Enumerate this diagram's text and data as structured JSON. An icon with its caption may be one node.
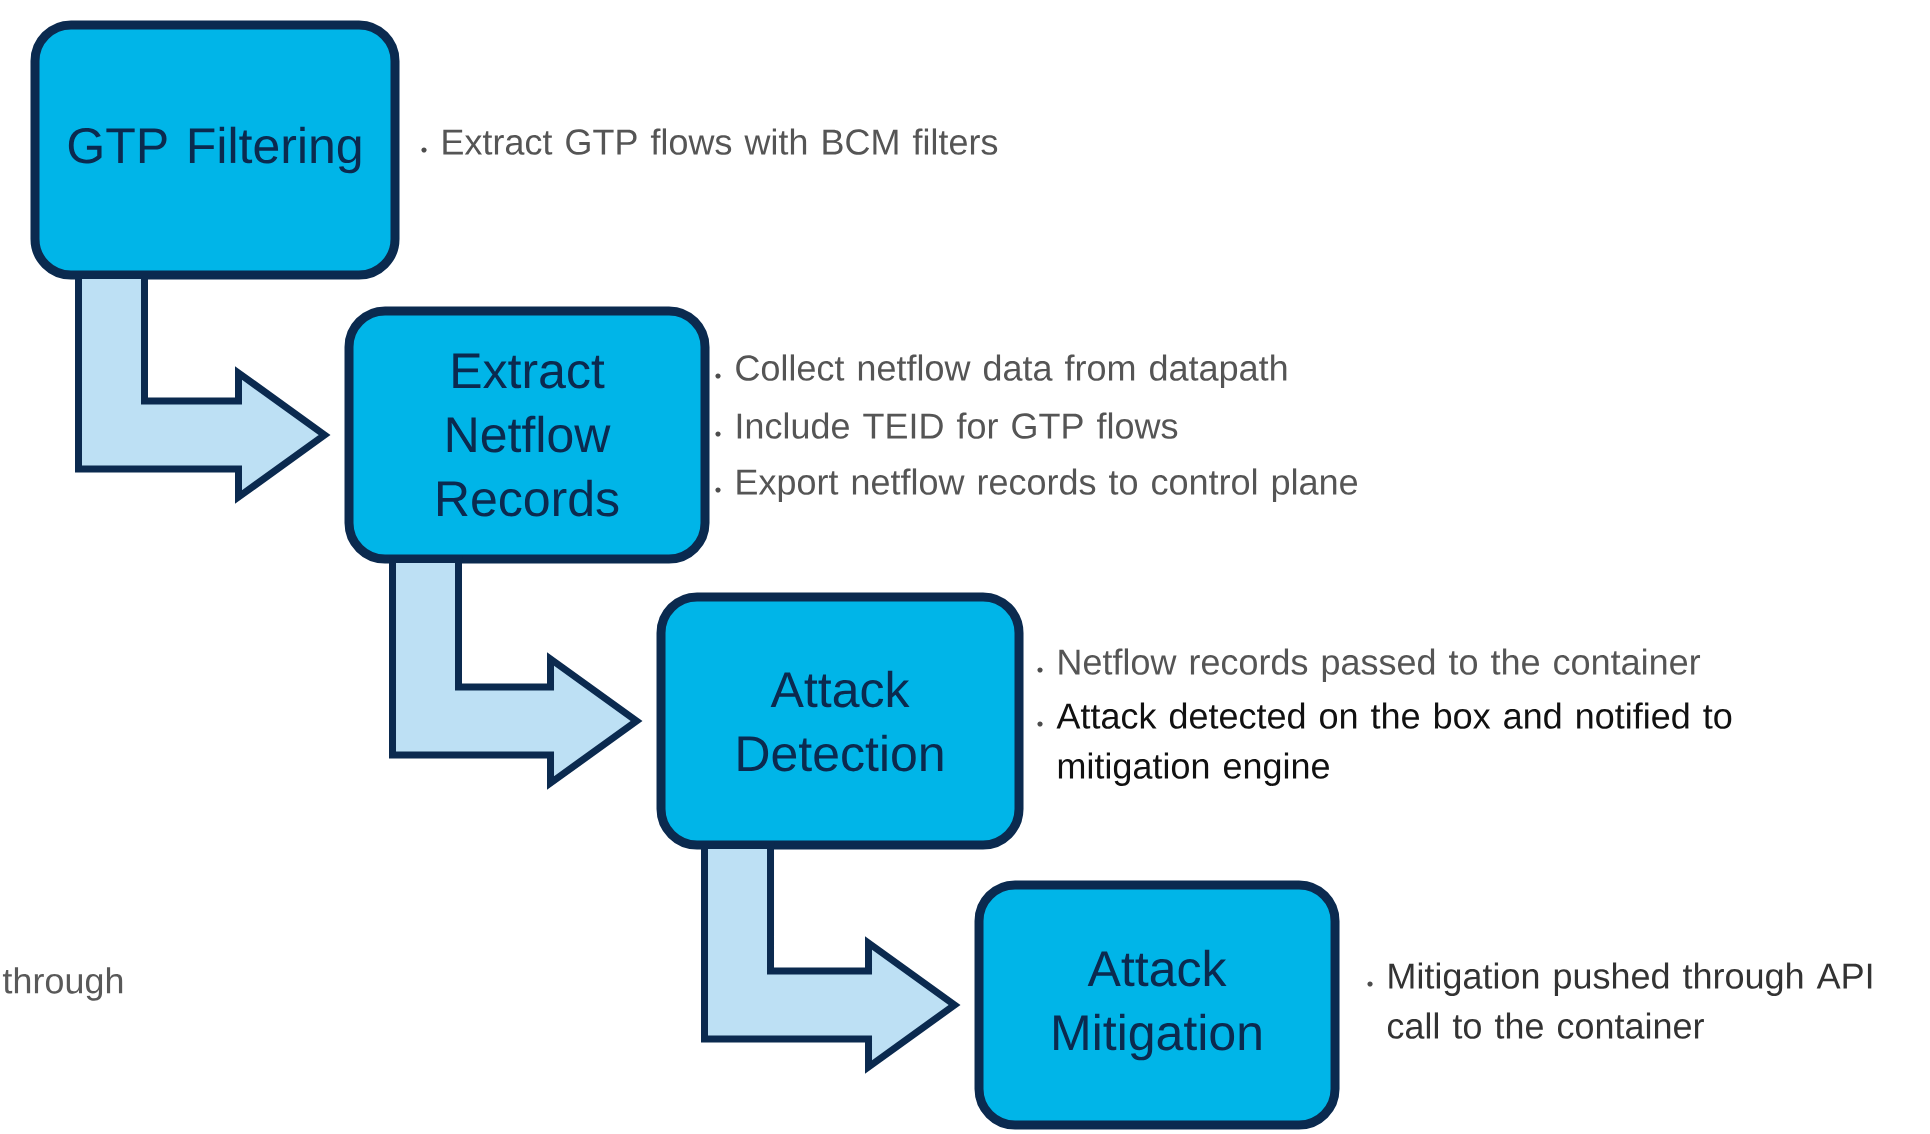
{
  "diagram": {
    "nodes": [
      {
        "text": [
          "GTP Filtering"
        ],
        "beside": [
          "Extract GTP flows with BCM filters"
        ]
      },
      {
        "text": [
          "Extract Netflow Records"
        ],
        "beside": [
          "Collect netflow data from datapath",
          "Include TEID for GTP flows",
          "Export netflow records to control plane"
        ]
      },
      {
        "text": [
          "Attack Detection"
        ],
        "beside": [
          "Netflow records passed to the container",
          "Attack detected on the box and notified to mitigation engine"
        ]
      },
      {
        "text": [
          "Attack Mitigation"
        ],
        "beside": [
          "Mitigation pushed through API call to the container"
        ]
      }
    ],
    "edges": [
      {
        "from": 0,
        "to": 1,
        "arrow": "to"
      },
      {
        "from": 1,
        "to": 2,
        "arrow": "to"
      },
      {
        "from": 2,
        "to": 3,
        "arrow": "to"
      }
    ],
    "labels": [
      "through"
    ]
  }
}
